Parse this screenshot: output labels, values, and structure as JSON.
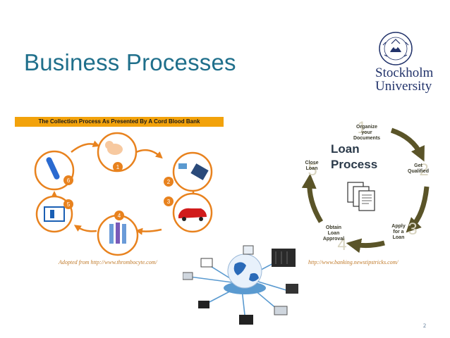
{
  "title": "Business Processes",
  "logo": {
    "line1": "Stockholm",
    "line2": "University"
  },
  "left_figure": {
    "banner": "The Collection Process As Presented By A Cord Blood Bank",
    "steps": [
      "1",
      "2",
      "3",
      "4",
      "5",
      "6"
    ]
  },
  "right_figure": {
    "title_line1": "Loan",
    "title_line2": "Process",
    "steps": [
      {
        "num": "1",
        "lines": [
          "Organize",
          "your",
          "Documents"
        ]
      },
      {
        "num": "2",
        "lines": [
          "Get",
          "Qualified"
        ]
      },
      {
        "num": "3",
        "lines": [
          "Apply",
          "for a",
          "Loan"
        ]
      },
      {
        "num": "4",
        "lines": [
          "Obtain",
          "Loan",
          "Approval"
        ]
      },
      {
        "num": "5",
        "lines": [
          "Close",
          "Loan"
        ]
      }
    ]
  },
  "caption_left": "Adopted from http://www.thrombocyte.com/",
  "caption_right": "http://www.banking.newstipstricks.com/",
  "page_number": "2",
  "colors": {
    "title": "#1f6f8b",
    "orange": "#e8821e",
    "arrow": "#5a5428",
    "banner": "#f2a20b"
  }
}
